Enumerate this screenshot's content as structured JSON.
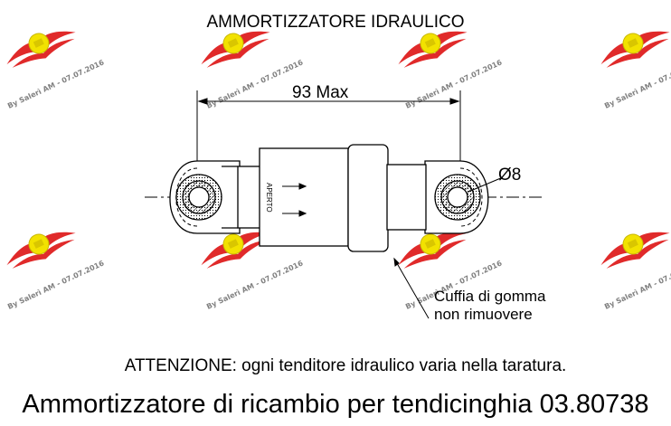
{
  "title": "AMMORTIZZATORE IDRAULICO",
  "dimension_label": "93 Max",
  "diameter_label": "Ø8",
  "body_marking": "APERTO",
  "note": {
    "line1": "Cuffia di gomma",
    "line2": "non rimuovere"
  },
  "warning": {
    "label": "ATTENZIONE:",
    "text": " ogni tenditore idraulico varia nella taratura."
  },
  "footer": "Ammortizzatore di ricambio per tendicinghia 03.80738",
  "watermark": {
    "text": "By Salerì AM - 07.07.2016",
    "colors": {
      "wing": "#e02a2a",
      "badge": "#f2e200"
    }
  }
}
